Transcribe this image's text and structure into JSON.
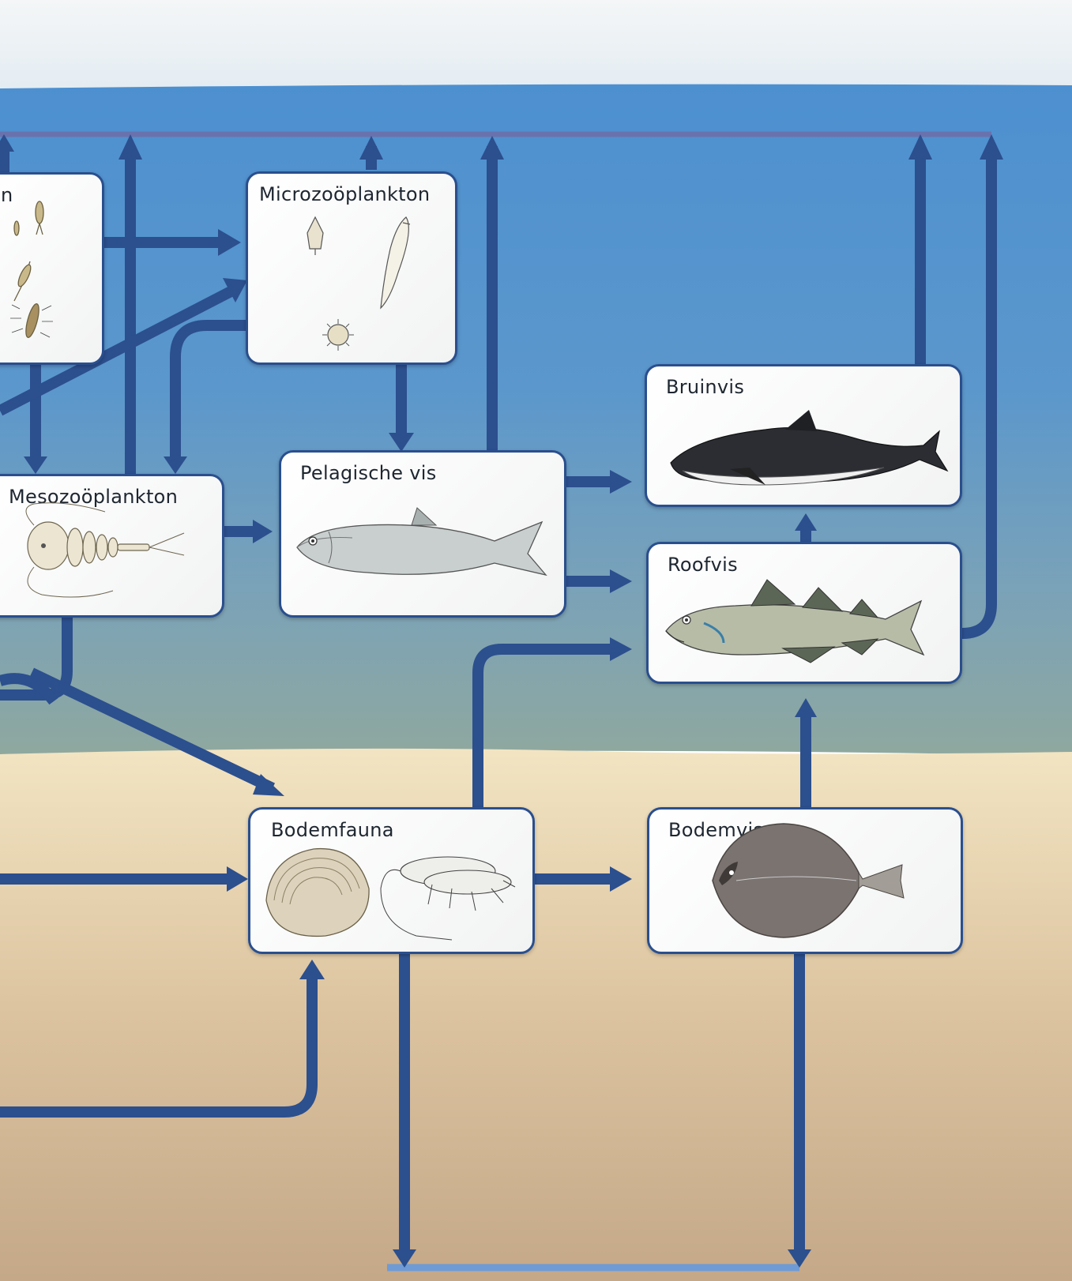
{
  "diagram": {
    "colors": {
      "sky_top": "#eef2f5",
      "water_top": "#4f93d4",
      "water_mid": "#6e9fc0",
      "water_bottom": "#8fa8a0",
      "sediment_top": "#f0e2c0",
      "sediment_bottom": "#c5a887",
      "arrow": "#2c4f8e",
      "recycle_top": "#6671ad",
      "recycle_bottom": "#6e9bd6",
      "box_border": "#2a4f8e"
    },
    "nodes": [
      {
        "id": "phytoplankton",
        "label": "n",
        "icon": "phytoplankton-drawing"
      },
      {
        "id": "microzooplankton",
        "label": "Microzoöplankton",
        "icon": "microzooplankton-drawing"
      },
      {
        "id": "mesozooplankton",
        "label": "Mesozoöplankton",
        "icon": "copepod-drawing"
      },
      {
        "id": "pelagische-vis",
        "label": "Pelagische vis",
        "icon": "herring-drawing"
      },
      {
        "id": "bruinvis",
        "label": "Bruinvis",
        "icon": "porpoise-drawing"
      },
      {
        "id": "roofvis",
        "label": "Roofvis",
        "icon": "cod-drawing"
      },
      {
        "id": "bodemfauna",
        "label": "Bodemfauna",
        "icon": "clam-and-amphipod-drawing"
      },
      {
        "id": "bodemvis",
        "label": "Bodemvis",
        "icon": "flatfish-drawing"
      }
    ]
  }
}
